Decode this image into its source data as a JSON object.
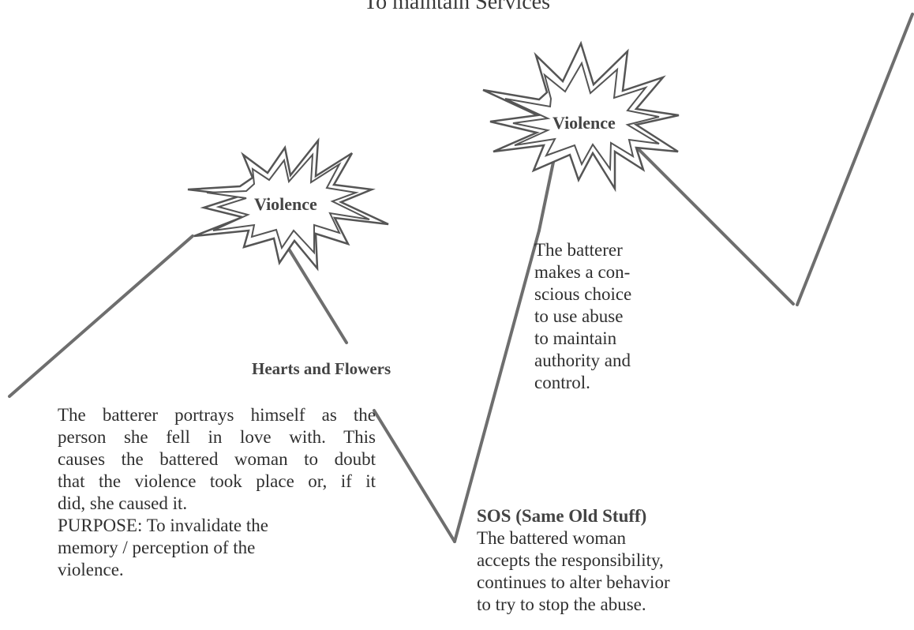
{
  "caption": {
    "top": "To maintain Services"
  },
  "colors": {
    "line": "#6e6e6e",
    "burst_outline": "#555555",
    "text": "#2f2f2f"
  },
  "bursts": [
    {
      "label": "Violence"
    },
    {
      "label": "Violence"
    }
  ],
  "hearts_and_flowers": {
    "title": "Hearts and Flowers",
    "lines": [
      "The batterer portrays himself as the",
      "person she fell in love with.  This",
      "causes the battered woman to doubt",
      "that the violence took place or, if it",
      "did, she caused it.",
      "PURPOSE:   To invalidate the",
      "memory / perception of the",
      "violence."
    ]
  },
  "violence_note": {
    "lines": [
      "The batterer",
      "makes a con-",
      "scious choice",
      "to use abuse",
      "to maintain",
      "authority and",
      "control."
    ]
  },
  "sos": {
    "title": "SOS (Same Old Stuff)",
    "lines": [
      "The battered woman",
      "accepts the responsibility,",
      "continues to alter behavior",
      "to try to stop the abuse."
    ]
  }
}
